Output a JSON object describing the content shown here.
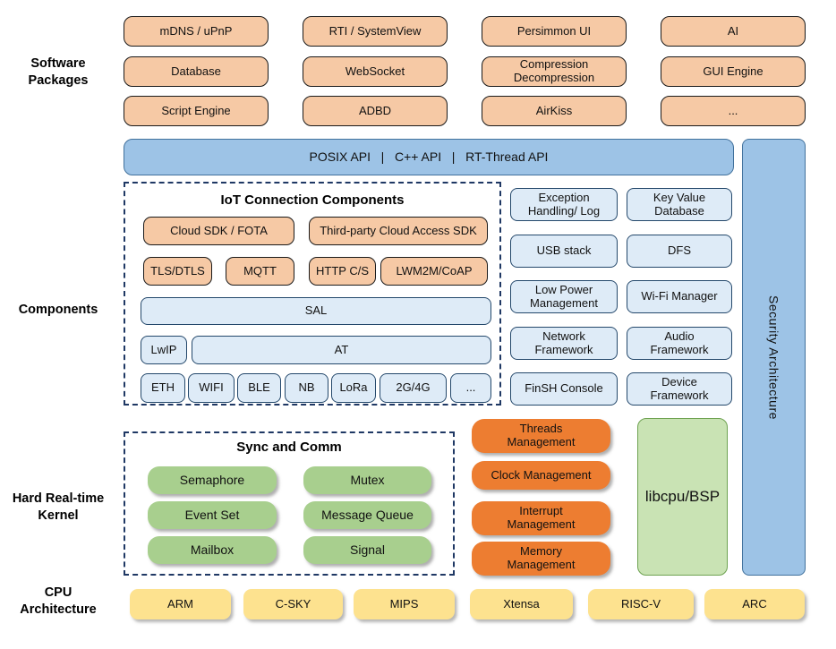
{
  "side_labels": {
    "software": "Software Packages",
    "components": "Components",
    "kernel": "Hard Real-time Kernel",
    "cpu": "CPU Architecture"
  },
  "software_packages": {
    "items": [
      "mDNS / uPnP",
      "RTI / SystemView",
      "Persimmon UI",
      "AI",
      "Database",
      "WebSocket",
      "Compression Decompression",
      "GUI Engine",
      "Script Engine",
      "ADBD",
      "AirKiss",
      "..."
    ]
  },
  "api_bar": {
    "label": "POSIX API   |   C++ API   |   RT-Thread API"
  },
  "security_bar": {
    "label": "Security Architecture"
  },
  "iot": {
    "title": "IoT Connection Components",
    "cloud_sdk": "Cloud SDK / FOTA",
    "third_party": "Third-party Cloud Access SDK",
    "protocols": [
      "TLS/DTLS",
      "MQTT",
      "HTTP C/S",
      "LWM2M/CoAP"
    ],
    "sal": "SAL",
    "lwip": "LwIP",
    "at": "AT",
    "links": [
      "ETH",
      "WIFI",
      "BLE",
      "NB",
      "LoRa",
      "2G/4G",
      "..."
    ]
  },
  "services": {
    "items": [
      "Exception Handling/ Log",
      "Key Value Database",
      "USB stack",
      "DFS",
      "Low Power Management",
      "Wi-Fi Manager",
      "Network Framework",
      "Audio Framework",
      "FinSH Console",
      "Device Framework"
    ]
  },
  "kernel": {
    "title": "Sync and Comm",
    "sync_items": [
      "Semaphore",
      "Mutex",
      "Event Set",
      "Message Queue",
      "Mailbox",
      "Signal"
    ],
    "managers": [
      "Threads Management",
      "Clock Management",
      "Interrupt Management",
      "Memory Management"
    ],
    "libcpu": "libcpu/BSP"
  },
  "cpu_archs": [
    "ARM",
    "C-SKY",
    "MIPS",
    "Xtensa",
    "RISC-V",
    "ARC"
  ],
  "colors": {
    "package_fill": "#F6C9A5",
    "package_border": "#1A1A1A",
    "api_fill": "#9DC3E6",
    "light_fill": "#DEEBF7",
    "light_border": "#24486B",
    "dashed_border": "#1F3864",
    "green_fill": "#A8CF8E",
    "manager_fill": "#ED7D31",
    "libcpu_fill": "#C9E3B4",
    "libcpu_border": "#6FA352",
    "cpu_fill": "#FDE28F"
  }
}
